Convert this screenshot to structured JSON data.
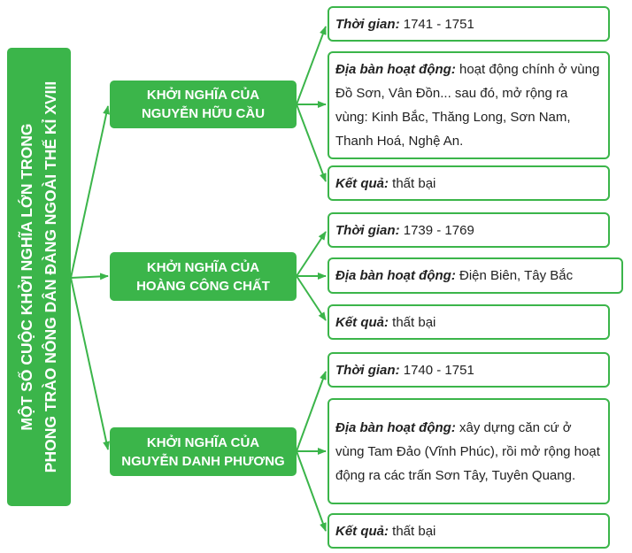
{
  "root_title": [
    "MỘT SỐ CUỘC KHỞI NGHĨA LỚN TRONG",
    "PHONG TRÀO NÔNG DÂN ĐÀNG NGOÀI THẾ KỈ XVIII"
  ],
  "colors": {
    "green": "#3bb54a"
  },
  "uprisings": [
    {
      "name": [
        "KHỞI NGHĨA CỦA",
        "NGUYỄN HỮU CẦU"
      ],
      "time_label": "Thời gian:",
      "time": "1741 - 1751",
      "area_label": "Địa bàn hoạt động:",
      "area": "hoạt động chính ở vùng Đồ Sơn, Vân Đồn... sau đó, mở rộng ra vùng: Kinh Bắc, Thăng Long, Sơn Nam, Thanh Hoá, Nghệ An.",
      "result_label": "Kết quả:",
      "result": "thất bại"
    },
    {
      "name": [
        "KHỞI NGHĨA CỦA",
        "HOÀNG CÔNG CHẤT"
      ],
      "time_label": "Thời gian:",
      "time": "1739 - 1769",
      "area_label": "Địa bàn hoạt động:",
      "area": "Điện Biên, Tây Bắc",
      "result_label": "Kết quả:",
      "result": "thất bại"
    },
    {
      "name": [
        "KHỞI NGHĨA CỦA",
        "NGUYỄN DANH PHƯƠNG"
      ],
      "time_label": "Thời gian:",
      "time": "1740 - 1751",
      "area_label": "Địa bàn hoạt động:",
      "area": "xây dựng căn cứ ở vùng Tam Đảo (Vĩnh Phúc), rồi mở rộng hoạt động ra các trấn Sơn Tây, Tuyên Quang.",
      "result_label": "Kết quả:",
      "result": "thất bại"
    }
  ]
}
